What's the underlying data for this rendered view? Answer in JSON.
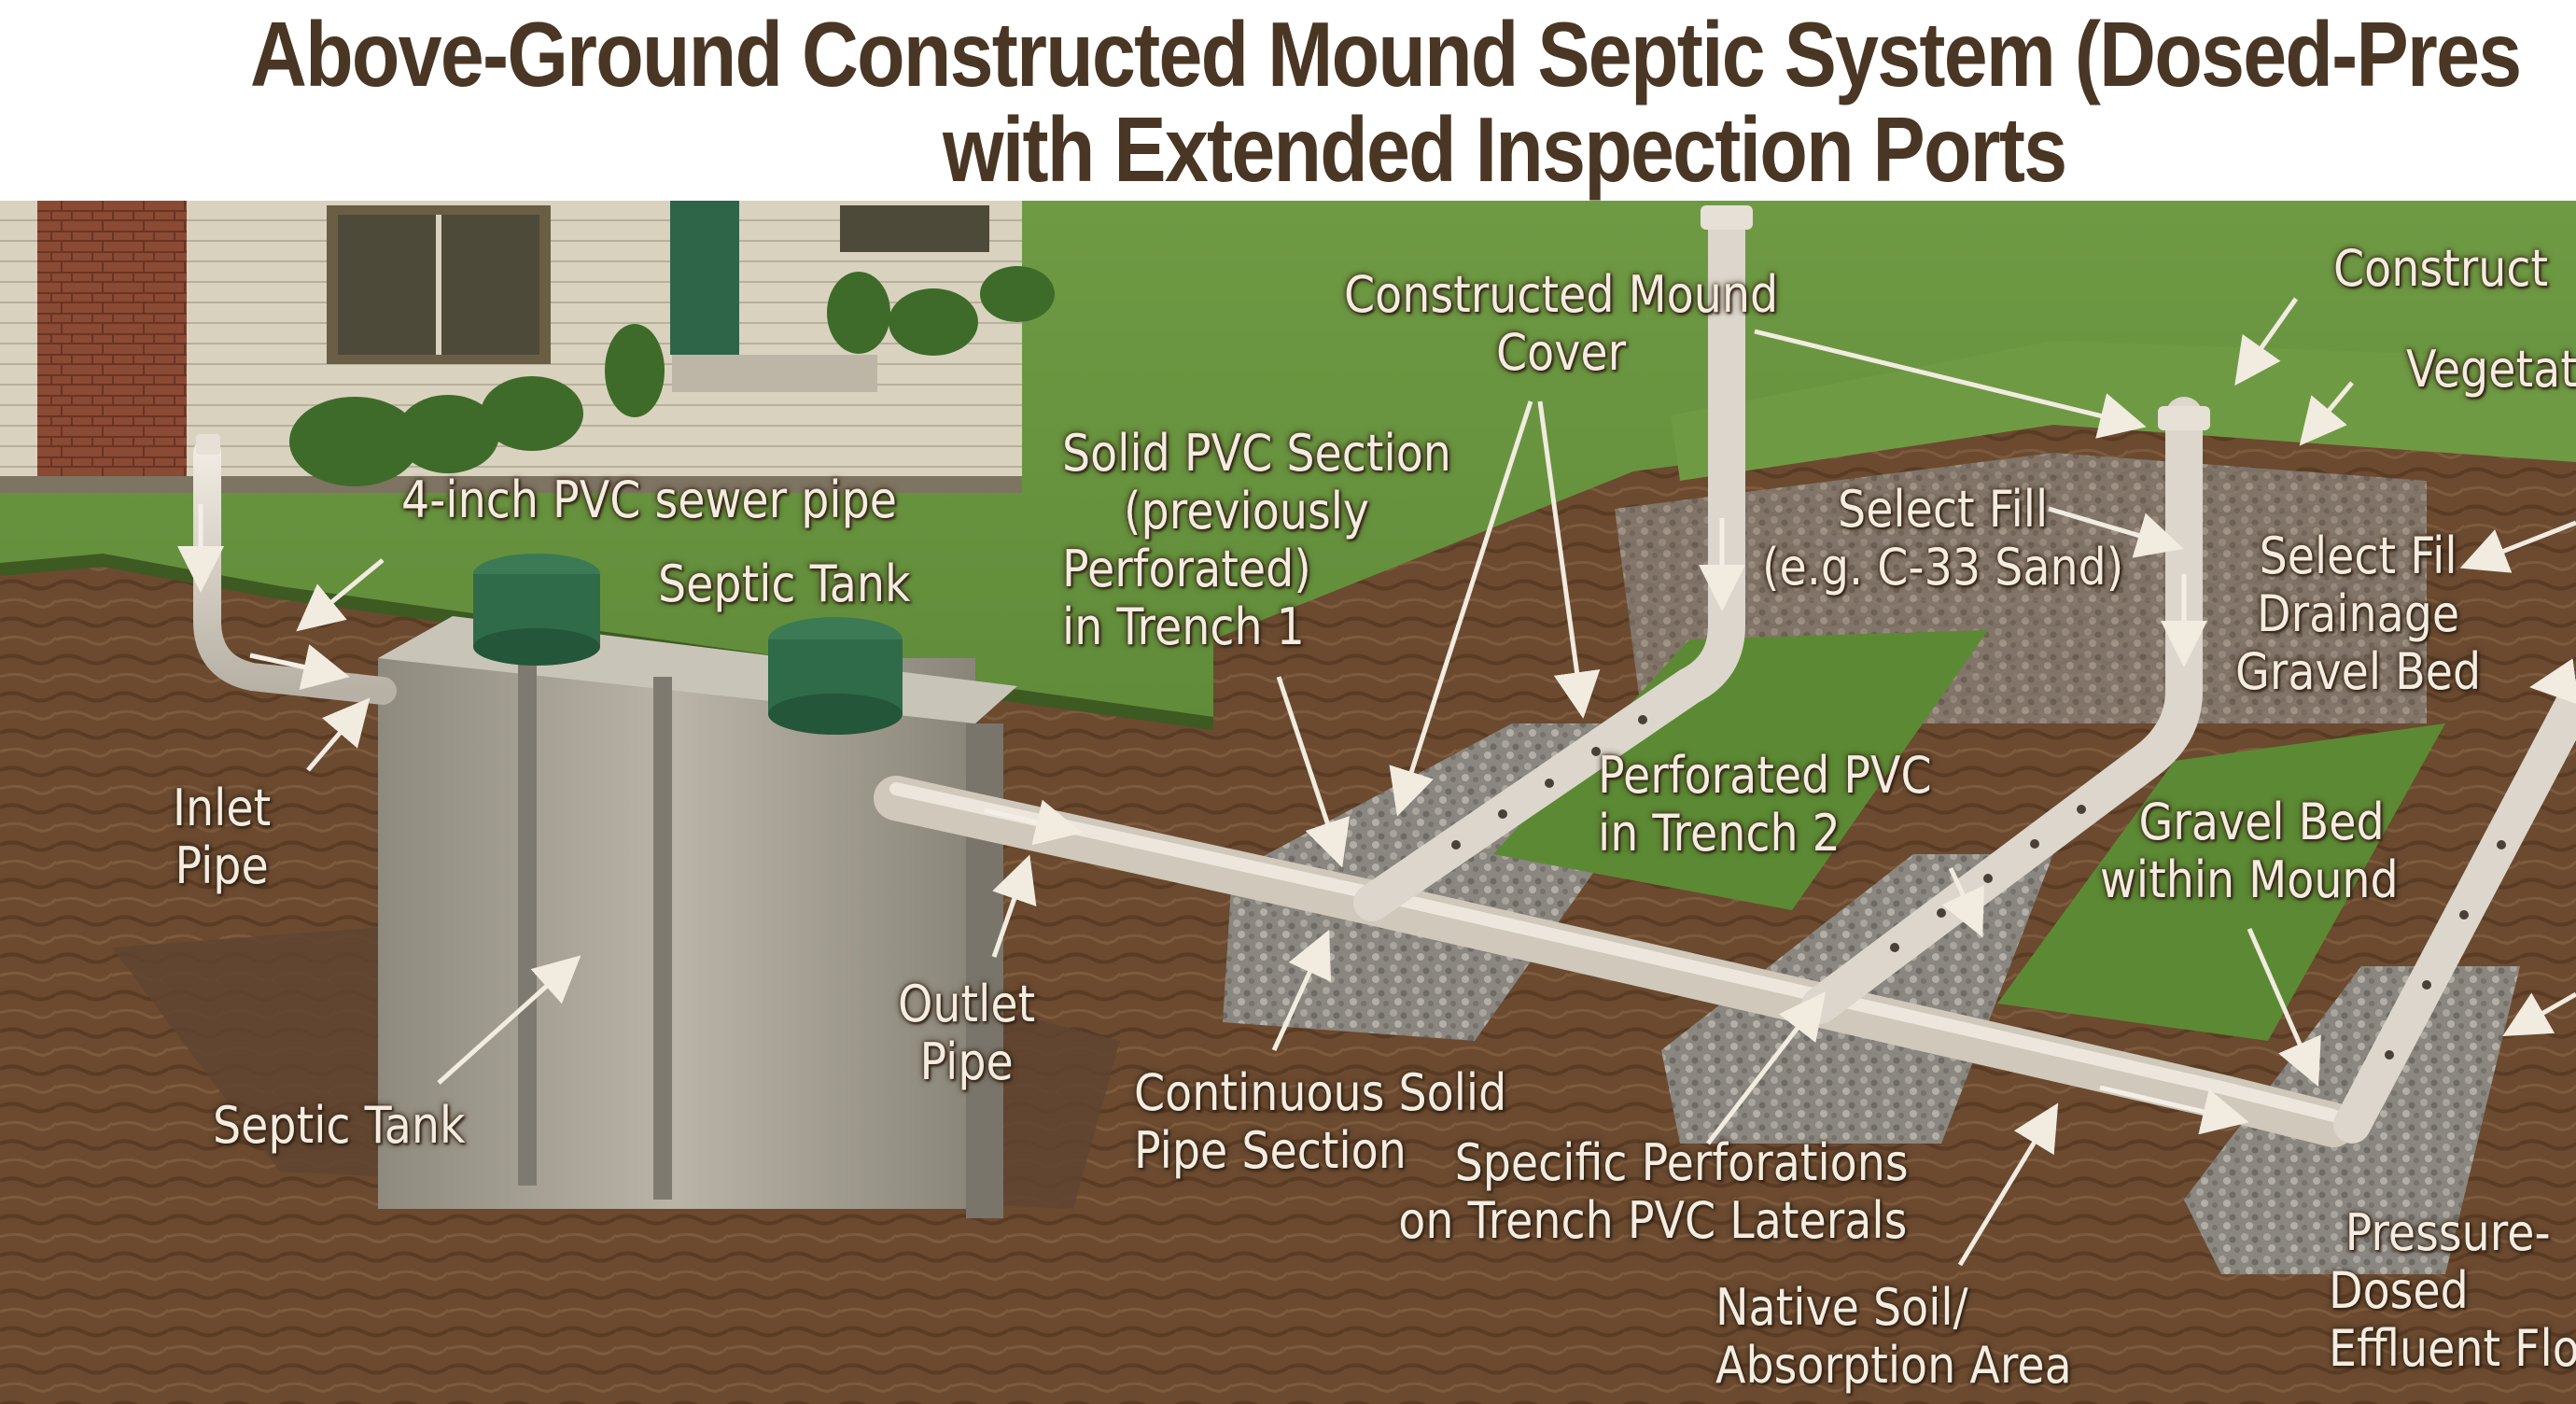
{
  "title": {
    "line1": "Above-Ground Constructed Mound Septic System (Dosed-Pres",
    "line2": "with Extended Inspection Ports"
  },
  "labels": {
    "pvc_sewer": "4-inch PVC sewer pipe",
    "septic_tank_top": "Septic Tank",
    "inlet_pipe": [
      "Inlet",
      "Pipe"
    ],
    "septic_tank_bottom": "Septic Tank",
    "outlet_pipe": [
      "Outlet",
      "Pipe"
    ],
    "solid_pvc_section": [
      "Solid PVC Section",
      "(previously",
      "Perforated)",
      "in Trench 1"
    ],
    "mound_cover": [
      "Constructed Mound",
      "Cover"
    ],
    "select_fill": [
      "Select Fill",
      "(e.g. C-33 Sand)"
    ],
    "perforated_pvc": [
      "Perforated PVC",
      "in Trench 2"
    ],
    "continuous_solid": [
      "Continuous Solid",
      "Pipe Section"
    ],
    "specific_perforations": [
      "Specific Perforations",
      "on Trench PVC Laterals"
    ],
    "native_soil": [
      "Native Soil/",
      "Absorption Area"
    ],
    "gravel_bed_mound": [
      "Gravel Bed",
      "within Mound"
    ],
    "right_construct": "Construct",
    "right_vegetat": "Vegetat",
    "right_select_fill": [
      "Select Fil",
      "Drainage",
      "Gravel Bed"
    ],
    "right_pressure": [
      "Pressure-",
      "Dosed",
      "Effluent Flo"
    ]
  },
  "colors": {
    "title": "#4a3624",
    "label_text": "#f4ece0",
    "grass": "#5c8a34",
    "soil": "#6b4a30",
    "gravel": "#8a8680",
    "pvc": "#dcd6cc",
    "tank": "#a8a396",
    "lid": "#2f6b48",
    "siding": "#d9d2bf",
    "brick": "#8a4a34"
  }
}
